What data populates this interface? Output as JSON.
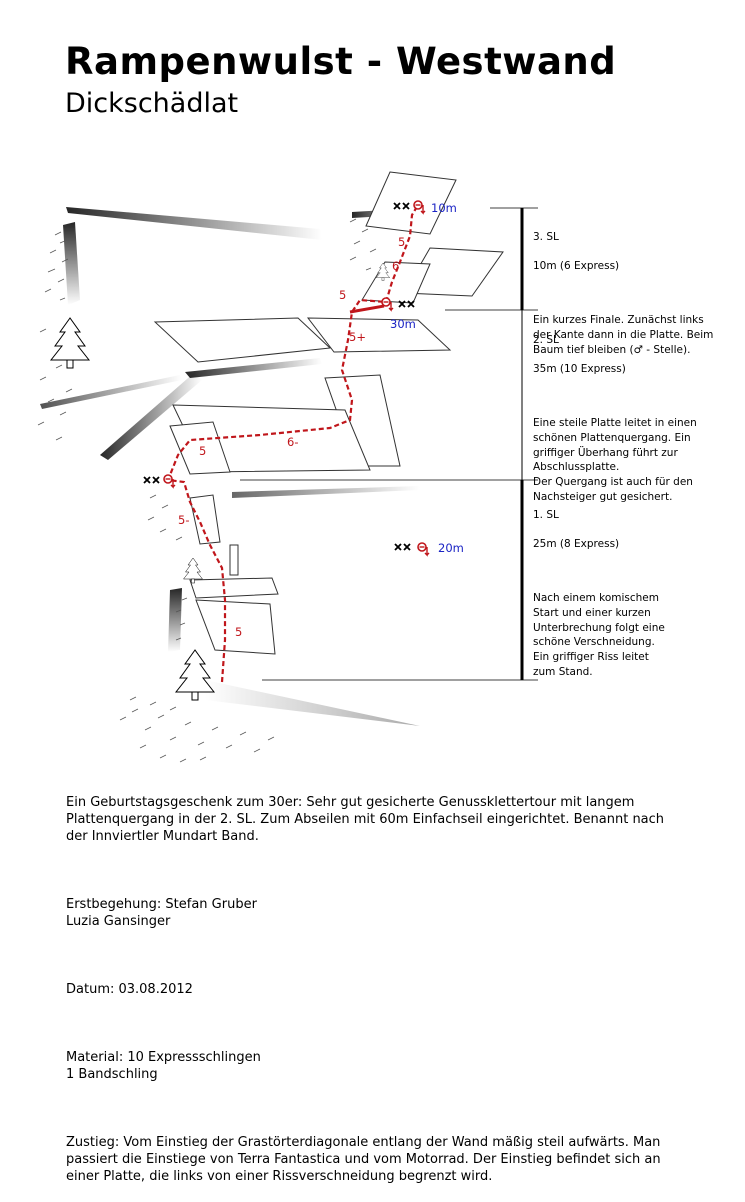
{
  "title": "Rampenwulst - Westwand",
  "subtitle": "Dickschädlat",
  "colors": {
    "route": "#c0161b",
    "distance": "#1a23c4",
    "ink": "#000000"
  },
  "topo": {
    "grades": [
      "5",
      "6",
      "5",
      "5+",
      "6-",
      "5",
      "5-",
      "5"
    ],
    "anchor_labels": [
      "10m",
      "30m",
      "20m"
    ],
    "anchor_icons": [
      "bolt-pair-icon",
      "ring-anchor-icon"
    ],
    "scenery_icons": [
      "tree-icon",
      "grass-hatch-icon",
      "rock-slab-icon"
    ]
  },
  "pitches": [
    {
      "name": "3. SL",
      "length": "10m (6 Express)",
      "text": "Ein kurzes Finale. Zunächst links\nder Kante dann in die Platte. Beim\nBaum tief bleiben (♂ - Stelle)."
    },
    {
      "name": "2. SL",
      "length": "35m (10 Express)",
      "text": "Eine steile Platte leitet  in einen\nschönen Plattenquergang. Ein\ngriffiger Überhang führt zur\nAbschlussplatte.\nDer Quergang ist auch für den\nNachsteiger gut gesichert."
    },
    {
      "name": "1. SL",
      "length": "25m (8 Express)",
      "text": "Nach einem komischem\nStart und einer kurzen\nUnterbrechung folgt eine\nschöne Verschneidung.\nEin griffiger Riss leitet\nzum Stand."
    }
  ],
  "description": {
    "intro": "Ein Geburtstagsgeschenk zum 30er: Sehr gut gesicherte Genussklettertour mit  langem\nPlattenquergang in der 2. SL.  Zum Abseilen mit 60m Einfachseil eingerichtet. Benannt nach\nder Innviertler Mundart Band.",
    "first_ascent": "Erstbegehung: Stefan Gruber\n                     Luzia Gansinger",
    "date": "Datum: 03.08.2012",
    "material": "Material: 10 Expressschlingen\n                 1 Bandschling",
    "approach": "Zustieg: Vom Einstieg der Grastörterdiagonale entlang der Wand mäßig steil aufwärts. Man\npassiert die Einstiege von Terra Fantastica und vom Motorrad. Der Einstieg befindet sich an\neiner Platte, die links von einer Rissverschneidung begrenzt wird."
  }
}
